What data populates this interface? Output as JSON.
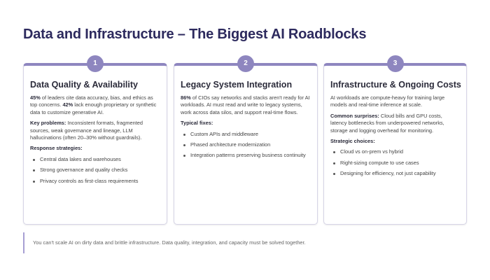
{
  "title": "Data and Infrastructure – The Biggest AI Roadblocks",
  "cards": [
    {
      "number": "1",
      "title": "Data Quality & Availability",
      "intro": {
        "stat1": "45%",
        "text1": " of leaders cite data accuracy, bias, and ethics as top concerns. ",
        "stat2": "42%",
        "text2": " lack enough proprietary or synthetic data to customize generative AI."
      },
      "problems_label": "Key problems:",
      "problems_text": " Inconsistent formats, fragmented sources, weak governance and lineage, LLM hallucinations (often 20–30% without guardrails).",
      "list_label": "Response strategies:",
      "items": [
        "Central data lakes and warehouses",
        "Strong governance and quality checks",
        "Privacy controls as first-class requirements"
      ]
    },
    {
      "number": "2",
      "title": "Legacy System Integration",
      "intro": {
        "stat1": "86%",
        "text1": " of CIOs say networks and stacks aren't ready for AI workloads. AI must read and write to legacy systems, work across data silos, and support real-time flows."
      },
      "list_label": "Typical fixes:",
      "items": [
        "Custom APIs and middleware",
        "Phased architecture modernization",
        "Integration patterns preserving business continuity"
      ]
    },
    {
      "number": "3",
      "title": "Infrastructure & Ongoing Costs",
      "intro": {
        "text1": "AI workloads are compute-heavy for training large models and real-time inference at scale."
      },
      "surprises_label": "Common surprises:",
      "surprises_text": " Cloud bills and GPU costs, latency bottlenecks from underpowered networks, storage and logging overhead for monitoring.",
      "list_label": "Strategic choices:",
      "items": [
        "Cloud vs on-prem vs hybrid",
        "Right-sizing compute to use cases",
        "Designing for efficiency, not just capability"
      ]
    }
  ],
  "footer": "You can't scale AI on dirty data and brittle infrastructure. Data quality, integration, and capacity must be solved together.",
  "colors": {
    "title": "#2d2a5e",
    "accent": "#8e86bf",
    "footer_bar": "#a79fd3"
  }
}
